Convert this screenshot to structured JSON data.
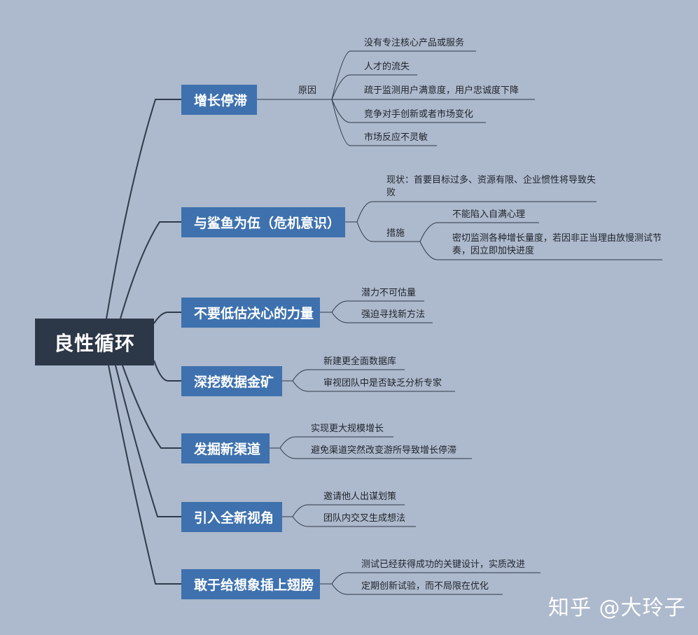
{
  "root": "良性循环",
  "branches": [
    {
      "topic": "增长停滞",
      "sub": "原因",
      "leaves": [
        "没有专注核心产品或服务",
        "人才的流失",
        "疏于监测用户满意度，用户忠诚度下降",
        "竞争对手创新或者市场变化",
        "市场反应不灵敏"
      ]
    },
    {
      "topic": "与鲨鱼为伍（危机意识）",
      "status": "现状：首要目标过多、资源有限、企业惯性将导致失败",
      "measure_label": "措施",
      "measures": [
        "不能陷入自满心理",
        "密切监测各种增长量度，若因非正当理由放慢测试节奏，因立即加快进度"
      ]
    },
    {
      "topic": "不要低估决心的力量",
      "leaves": [
        "潜力不可估量",
        "强迫寻找新方法"
      ]
    },
    {
      "topic": "深挖数据金矿",
      "leaves": [
        "新建更全面数据库",
        "审视团队中是否缺乏分析专家"
      ]
    },
    {
      "topic": "发掘新渠道",
      "leaves": [
        "实现更大规模增长",
        "避免渠道突然改变游所导致增长停滞"
      ]
    },
    {
      "topic": "引入全新视角",
      "leaves": [
        "邀请他人出谋划策",
        "团队内交叉生成想法"
      ]
    },
    {
      "topic": "敢于给想象插上翅膀",
      "leaves": [
        "测试已经获得成功的关键设计，实质改进",
        "定期创新试验，而不局限在优化"
      ]
    }
  ],
  "watermark": "知乎 @大玲子",
  "colors": {
    "background": "#adb9cc",
    "root": "#2c3747",
    "topic": "#3e71ae",
    "line": "#2f3a4a"
  }
}
